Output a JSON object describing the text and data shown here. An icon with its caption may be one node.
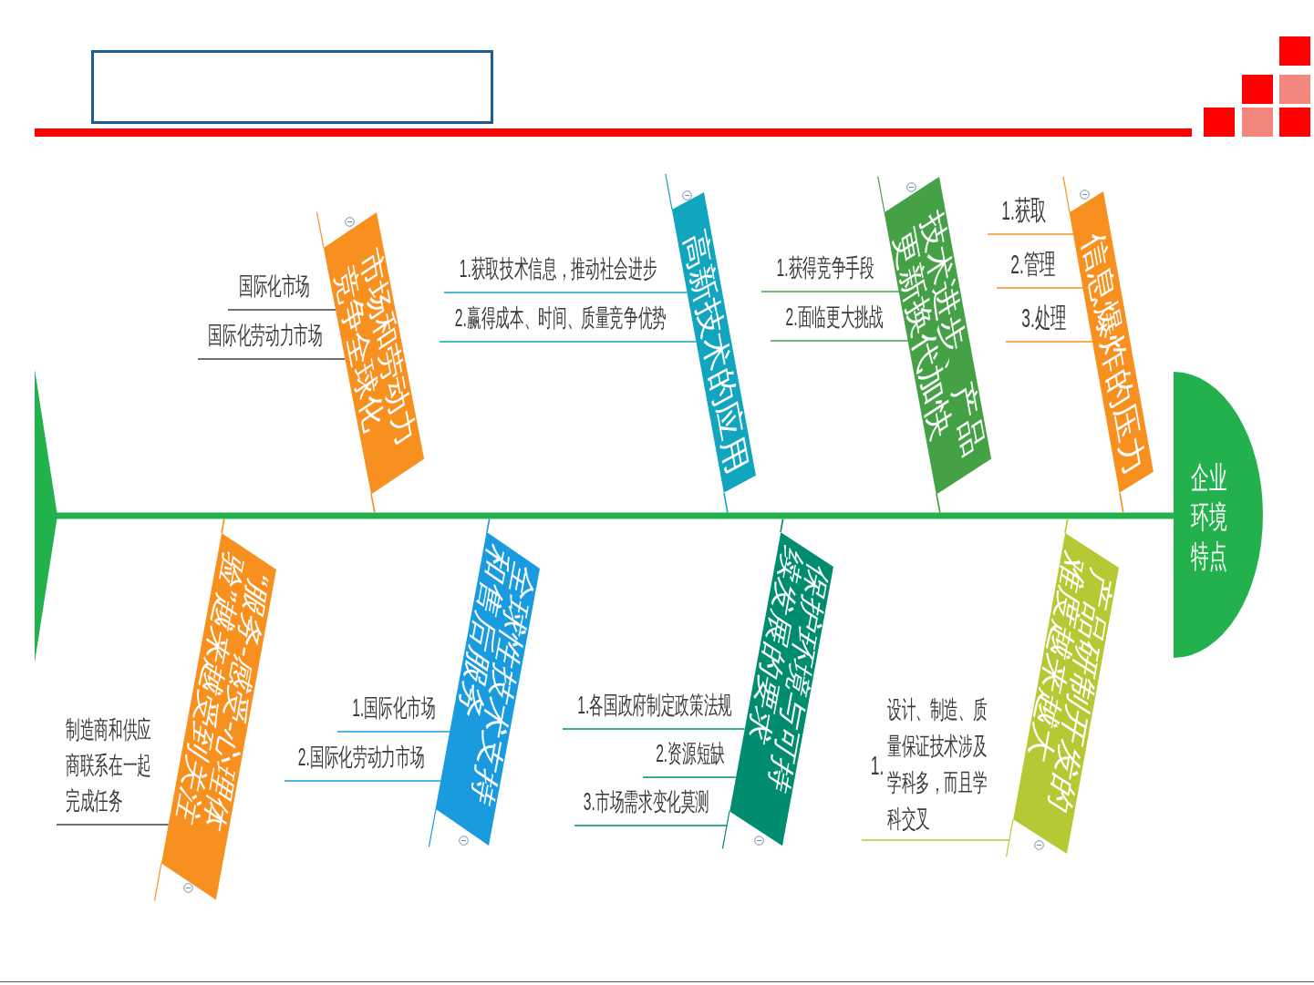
{
  "diagram": {
    "nodes": [
      {
        "text": [],
        "shape": "box"
      },
      {
        "text": [
          "企业环境特点"
        ]
      },
      {
        "text": [],
        "shape": "triangle"
      },
      {
        "text": [
          "市场和劳动力竞争全球化"
        ]
      },
      {
        "text": [
          "国际化市场"
        ]
      },
      {
        "text": [
          "国际化劳动力市场"
        ]
      },
      {
        "text": [
          "高新技术的应用"
        ]
      },
      {
        "text": [
          "1.获取技术信息，推动社会进步"
        ]
      },
      {
        "text": [
          "2.赢得成本、时间、质量竞争优势"
        ]
      },
      {
        "text": [
          "技术进步、产品更新换代加快"
        ]
      },
      {
        "text": [
          "1.获得竞争手段"
        ]
      },
      {
        "text": [
          "2.面临更大挑战"
        ]
      },
      {
        "text": [
          "信息爆炸的压力"
        ]
      },
      {
        "text": [
          "1.获取"
        ]
      },
      {
        "text": [
          "2.管理"
        ]
      },
      {
        "text": [
          "3.处理"
        ]
      },
      {
        "text": [
          "“服务-感受-心理体验”越来越受到关注"
        ]
      },
      {
        "text": [
          "制造商和供应商联系在一起完成任务"
        ]
      },
      {
        "text": [
          "全球性技术支持和售后服务"
        ]
      },
      {
        "text": [
          "1.国际化市场"
        ]
      },
      {
        "text": [
          "2.国际化劳动力市场"
        ]
      },
      {
        "text": [
          "保护环境与可持续发展的要求"
        ]
      },
      {
        "text": [
          "1.各国政府制定政策法规"
        ]
      },
      {
        "text": [
          "2.资源短缺"
        ]
      },
      {
        "text": [
          "3.市场需求变化莫测"
        ]
      },
      {
        "text": [
          "产品研制开发的难度越来越大"
        ]
      },
      {
        "text": [
          "1.设计、制造、质量保证技术涉及学科多，而且学科交叉"
        ]
      }
    ],
    "edges": [
      {
        "from": 2,
        "to": 1,
        "arrow": "none",
        "style": "thick",
        "color": "#22b14c"
      },
      {
        "from": 3,
        "to": null,
        "arrow": "none",
        "color": "#f7901e"
      },
      {
        "from": 6,
        "to": null,
        "arrow": "none",
        "color": "#12a5bf"
      },
      {
        "from": 9,
        "to": null,
        "arrow": "none",
        "color": "#45a146"
      },
      {
        "from": 12,
        "to": null,
        "arrow": "none",
        "color": "#f7901e"
      },
      {
        "from": 16,
        "to": null,
        "arrow": "none",
        "color": "#f7901e"
      },
      {
        "from": 18,
        "to": null,
        "arrow": "none",
        "color": "#1a9be0"
      },
      {
        "from": 21,
        "to": null,
        "arrow": "none",
        "color": "#008c6e"
      },
      {
        "from": 25,
        "to": null,
        "arrow": "none",
        "color": "#b7c835"
      },
      {
        "from": 4,
        "to": 3,
        "arrow": "none",
        "color": "#404040"
      },
      {
        "from": 5,
        "to": 3,
        "arrow": "none",
        "color": "#404040"
      },
      {
        "from": 7,
        "to": 6,
        "arrow": "none",
        "color": "#12a5bf"
      },
      {
        "from": 8,
        "to": 6,
        "arrow": "none",
        "color": "#12a5bf"
      },
      {
        "from": 10,
        "to": 9,
        "arrow": "none",
        "color": "#45a146"
      },
      {
        "from": 11,
        "to": 9,
        "arrow": "none",
        "color": "#45a146"
      },
      {
        "from": 13,
        "to": 12,
        "arrow": "none",
        "color": "#f7901e"
      },
      {
        "from": 14,
        "to": 12,
        "arrow": "none",
        "color": "#f7901e"
      },
      {
        "from": 15,
        "to": 12,
        "arrow": "none",
        "color": "#f7901e"
      },
      {
        "from": 17,
        "to": 16,
        "arrow": "none",
        "color": "#404040"
      },
      {
        "from": 19,
        "to": 18,
        "arrow": "none",
        "color": "#1a9be0"
      },
      {
        "from": 20,
        "to": 18,
        "arrow": "none",
        "color": "#1a9be0"
      },
      {
        "from": 22,
        "to": 21,
        "arrow": "none",
        "color": "#008c6e"
      },
      {
        "from": 23,
        "to": 21,
        "arrow": "none",
        "color": "#008c6e"
      },
      {
        "from": 24,
        "to": 21,
        "arrow": "none",
        "color": "#008c6e"
      },
      {
        "from": 26,
        "to": 25,
        "arrow": "none",
        "color": "#b7c835"
      }
    ]
  }
}
